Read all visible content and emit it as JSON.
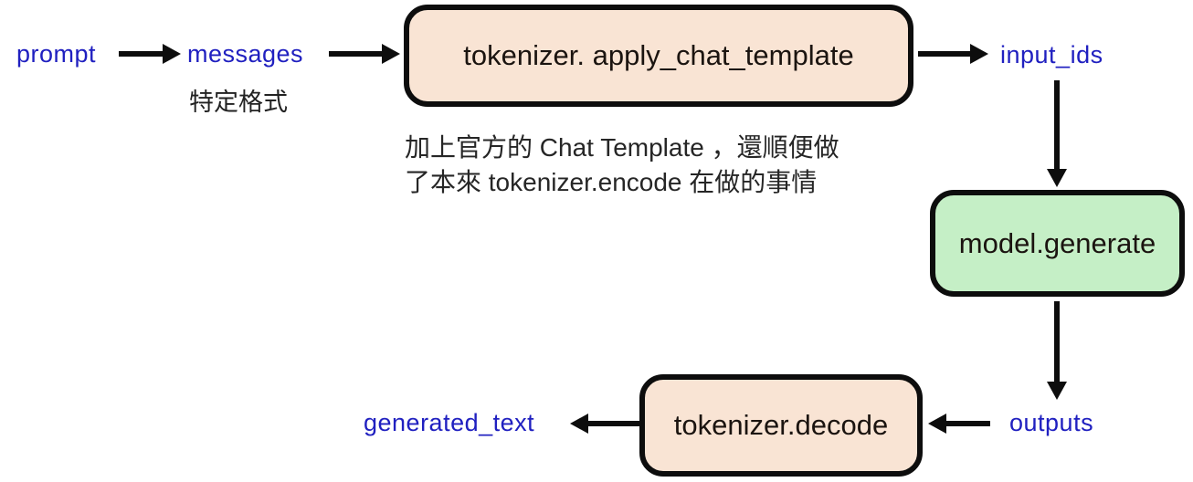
{
  "diagram": {
    "title": "chat template tokenization flow",
    "nodes": {
      "prompt": "prompt",
      "messages": "messages",
      "apply_chat_template": "tokenizer. apply_chat_template",
      "input_ids": "input_ids",
      "model_generate": "model.generate",
      "outputs": "outputs",
      "tokenizer_decode": "tokenizer.decode",
      "generated_text": "generated_text"
    },
    "notes": {
      "messages_format": "特定格式",
      "template_line1": "加上官方的 Chat Template ，還順便做",
      "template_line2": "了本來 tokenizer.encode 在做的事情"
    },
    "colors": {
      "peach_box": "#f9e4d4",
      "green_box": "#c5efc6",
      "label_blue": "#2020c0",
      "ink": "#0d0d0d"
    }
  }
}
